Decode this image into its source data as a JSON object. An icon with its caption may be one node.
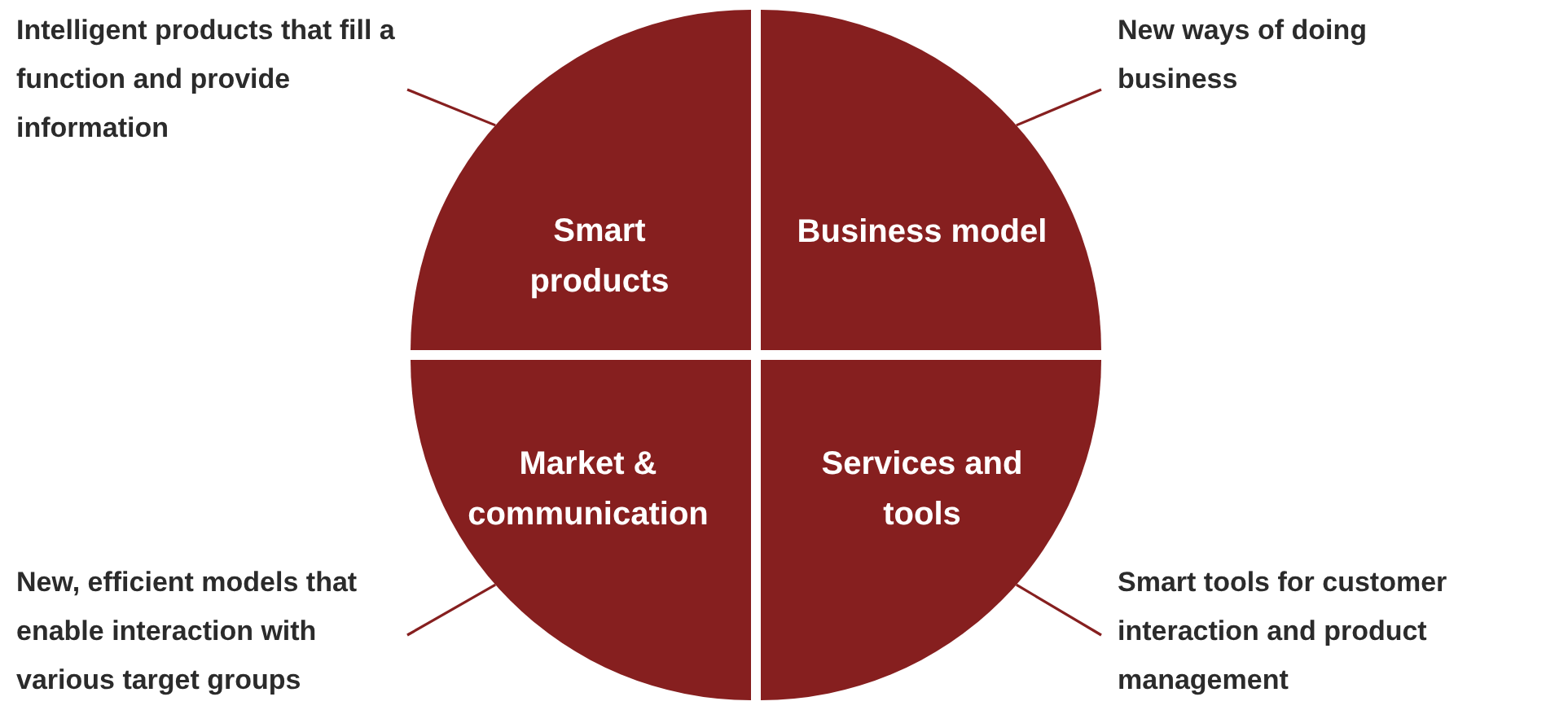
{
  "diagram": {
    "nodes": [
      {
        "text": [
          "Intelligent products that fill a function and provide information"
        ]
      },
      {
        "text": [
          "New ways of doing business"
        ]
      },
      {
        "text": [
          "Smart products"
        ]
      },
      {
        "text": [
          "Business model"
        ]
      },
      {
        "text": [
          "Market & communication"
        ]
      },
      {
        "text": [
          "Services and tools"
        ]
      },
      {
        "text": [
          "New, efficient models that enable interaction with various target groups"
        ]
      },
      {
        "text": [
          "Smart tools for customer interaction and product management"
        ]
      }
    ],
    "edges": [
      {
        "from": 0,
        "to": 2,
        "arrow": "none"
      },
      {
        "from": 1,
        "to": 3,
        "arrow": "none"
      },
      {
        "from": 6,
        "to": 4,
        "arrow": "none"
      },
      {
        "from": 7,
        "to": 5,
        "arrow": "none"
      }
    ]
  }
}
